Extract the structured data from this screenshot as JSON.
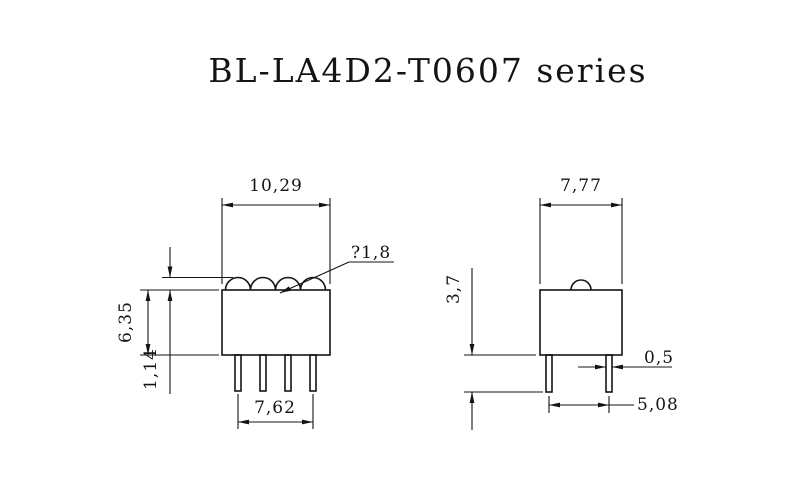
{
  "title": "BL-LA4D2-T0607 series",
  "front_view": {
    "dims": {
      "top_width": "10,29",
      "pin_span": "7,62",
      "body_height": "6,35",
      "dome_height": "1,14",
      "dome_diameter": "?1,8"
    }
  },
  "side_view": {
    "dims": {
      "top_width": "7,77",
      "pin_length": "3,7",
      "pin_width": "0,5",
      "pin_pitch": "5,08"
    }
  }
}
